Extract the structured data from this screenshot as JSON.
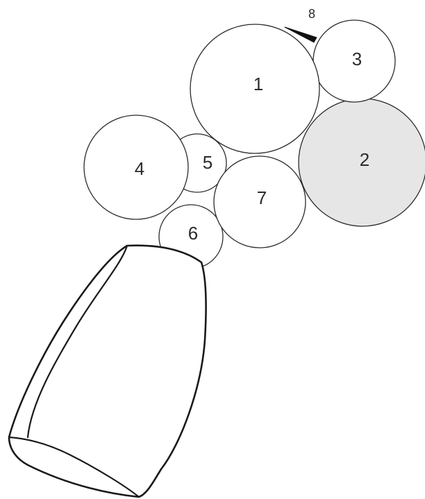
{
  "diagram": {
    "circles": [
      {
        "id": "c1",
        "label": "1",
        "fill": "#ffffff"
      },
      {
        "id": "c2",
        "label": "2",
        "fill": "#e6e6e6"
      },
      {
        "id": "c3",
        "label": "3",
        "fill": "#ffffff"
      },
      {
        "id": "c4",
        "label": "4",
        "fill": "#ffffff"
      },
      {
        "id": "c5",
        "label": "5",
        "fill": "#ffffff"
      },
      {
        "id": "c6",
        "label": "6",
        "fill": "#ffffff"
      },
      {
        "id": "c7",
        "label": "7",
        "fill": "#ffffff"
      }
    ],
    "marker_label": "8",
    "colors": {
      "stroke": "#2a2a2a",
      "shaded": "#e6e6e6",
      "background": "#ffffff"
    }
  }
}
